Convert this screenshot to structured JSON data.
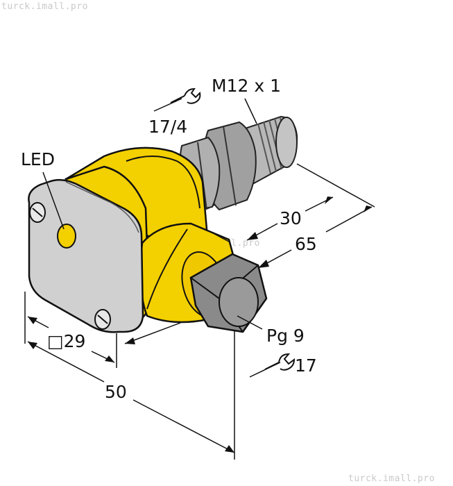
{
  "watermarks": {
    "top_left": "turck.imall.pro",
    "center": "turck.imall.pro",
    "bottom_right": "turck.imall.pro"
  },
  "labels": {
    "thread": "M12 x 1",
    "wrench_top": "17/4",
    "led": "LED",
    "dim_30": "30",
    "dim_65": "65",
    "dim_29": "□29",
    "dim_50": "50",
    "gland": "Pg 9",
    "wrench_bottom": "17"
  },
  "colors": {
    "housing_yellow": "#f3d000",
    "cover_gray": "#d0d0d0",
    "metal_gray": "#a9a9a9",
    "gland_gray": "#8a8a8a"
  }
}
